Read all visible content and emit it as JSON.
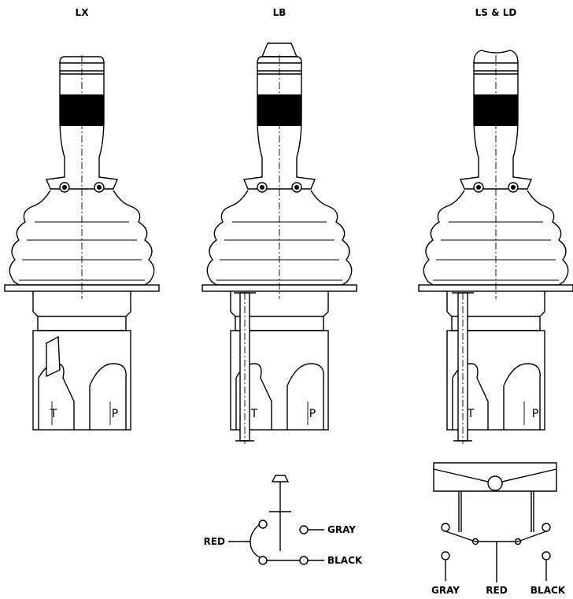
{
  "joysticks": [
    {
      "title": "LX",
      "top": "flat",
      "left_letter": "T",
      "right_letter": "P",
      "has_switch_rod": false
    },
    {
      "title": "LB",
      "top": "button",
      "left_letter": "T",
      "right_letter": "P",
      "has_switch_rod": true
    },
    {
      "title": "LS & LD",
      "top": "rocker",
      "left_letter": "T",
      "right_letter": "P",
      "has_switch_rod": true
    }
  ],
  "schematics": {
    "lb": {
      "left_wire": "RED",
      "right_top": "GRAY",
      "right_bottom": "BLACK"
    },
    "ls_ld": {
      "left_wire": "GRAY",
      "center_wire": "RED",
      "right_wire": "BLACK"
    }
  }
}
